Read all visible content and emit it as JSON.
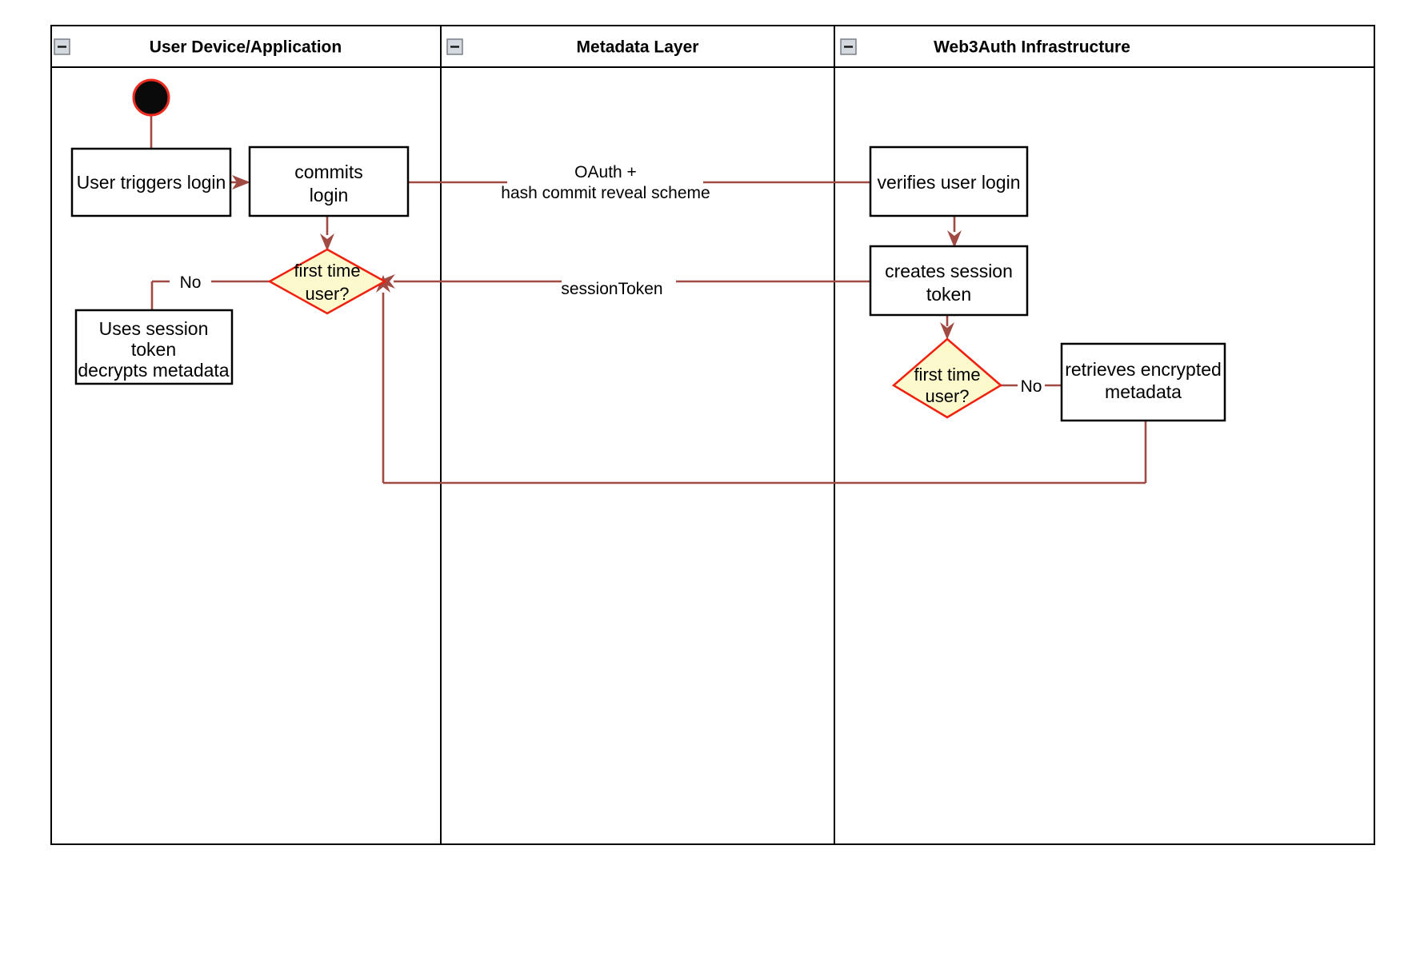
{
  "diagram": {
    "type": "uml-activity-swimlane",
    "background": "#ffffff",
    "colors": {
      "flow": "#a04a43",
      "decision_fill": "#fcf9cd",
      "decision_stroke": "#f01f0e",
      "node_stroke": "#000000",
      "node_fill": "#ffffff",
      "start_node": "#0a0a0a",
      "start_ring": "#ee2b20",
      "header_icon_fill": "#d4d9df"
    },
    "lanes": [
      {
        "id": "lane-user-device",
        "title": "User Device/Application",
        "collapse_icon": "minus-box-icon"
      },
      {
        "id": "lane-metadata",
        "title": "Metadata Layer",
        "collapse_icon": "minus-box-icon"
      },
      {
        "id": "lane-web3auth",
        "title": "Web3Auth Infrastructure",
        "collapse_icon": "minus-box-icon"
      }
    ],
    "nodes": {
      "start": {
        "name": "start-node",
        "shape": "initial-node",
        "lane": "lane-user-device"
      },
      "user_triggers_login": {
        "name": "activity-user-triggers-login",
        "shape": "activity",
        "lane": "lane-user-device",
        "lines": [
          "User triggers login"
        ]
      },
      "commits_login": {
        "name": "activity-commits-login",
        "shape": "activity",
        "lane": "lane-user-device",
        "lines": [
          "commits",
          "login"
        ]
      },
      "decision_left": {
        "name": "decision-first-time-user-left",
        "shape": "decision",
        "lane": "lane-user-device",
        "lines": [
          "first time",
          "user?"
        ]
      },
      "uses_session_token": {
        "name": "activity-uses-session-token",
        "shape": "activity",
        "lane": "lane-user-device",
        "lines": [
          "Uses session",
          "token",
          "decrypts metadata"
        ]
      },
      "verifies_user_login": {
        "name": "activity-verifies-user-login",
        "shape": "activity",
        "lane": "lane-web3auth",
        "lines": [
          "verifies user login"
        ]
      },
      "creates_session_token": {
        "name": "activity-creates-session-token",
        "shape": "activity",
        "lane": "lane-web3auth",
        "lines": [
          "creates session",
          "token"
        ]
      },
      "decision_right": {
        "name": "decision-first-time-user-right",
        "shape": "decision",
        "lane": "lane-web3auth",
        "lines": [
          "first time",
          "user?"
        ]
      },
      "retrieves_encrypted_metadata": {
        "name": "activity-retrieves-encrypted-metadata",
        "shape": "activity",
        "lane": "lane-web3auth",
        "lines": [
          "retrieves encrypted",
          "metadata"
        ]
      }
    },
    "edges": [
      {
        "name": "edge-start-to-user-triggers-login",
        "from": "start",
        "to": "user_triggers_login",
        "label_lines": []
      },
      {
        "name": "edge-user-triggers-login-to-commits-login",
        "from": "user_triggers_login",
        "to": "commits_login",
        "label_lines": []
      },
      {
        "name": "edge-commits-login-to-verifies-user-login",
        "from": "commits_login",
        "to": "verifies_user_login",
        "label_lines": [
          "OAuth +",
          "hash commit reveal scheme"
        ]
      },
      {
        "name": "edge-commits-login-to-decision-left",
        "from": "commits_login",
        "to": "decision_left",
        "label_lines": []
      },
      {
        "name": "edge-decision-left-to-uses-session-token",
        "from": "decision_left",
        "to": "uses_session_token",
        "label_lines": [
          "No"
        ]
      },
      {
        "name": "edge-verifies-user-login-to-creates-session-token",
        "from": "verifies_user_login",
        "to": "creates_session_token",
        "label_lines": []
      },
      {
        "name": "edge-creates-session-token-to-decision-left",
        "from": "creates_session_token",
        "to": "decision_left",
        "label_lines": [
          "sessionToken"
        ]
      },
      {
        "name": "edge-creates-session-token-to-decision-right",
        "from": "creates_session_token",
        "to": "decision_right",
        "label_lines": []
      },
      {
        "name": "edge-decision-right-to-retrieves-encrypted-metadata",
        "from": "decision_right",
        "to": "retrieves_encrypted_metadata",
        "label_lines": [
          "No"
        ]
      },
      {
        "name": "edge-retrieves-encrypted-metadata-to-decision-left",
        "from": "retrieves_encrypted_metadata",
        "to": "decision_left",
        "label_lines": []
      }
    ],
    "labels": {
      "oauth_line1": "OAuth +",
      "oauth_line2": "hash commit reveal scheme",
      "session_token": "sessionToken",
      "no_left": "No",
      "no_right": "No"
    }
  }
}
